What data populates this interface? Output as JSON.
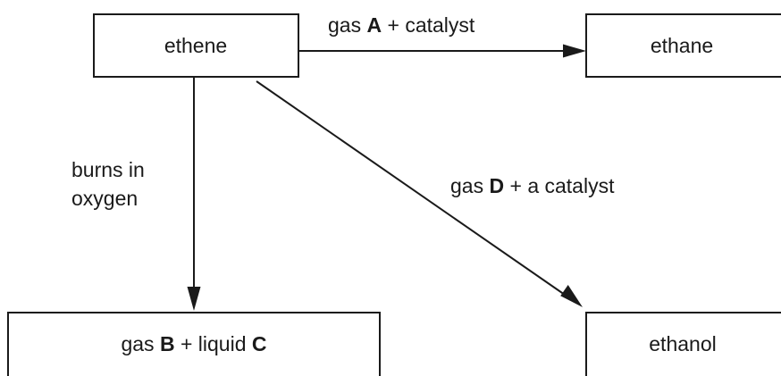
{
  "nodes": {
    "ethene": "ethene",
    "ethane": "ethane",
    "products": {
      "pre1": "gas ",
      "b1": "B",
      "mid": " + liquid ",
      "b2": "C"
    },
    "ethanol": "ethanol"
  },
  "edges": {
    "to_ethane": {
      "pre": "gas ",
      "bold": "A",
      "post": " + catalyst"
    },
    "to_products": {
      "line1": "burns in",
      "line2": "oxygen"
    },
    "to_ethanol": {
      "pre": "gas ",
      "bold": "D",
      "post": " + a catalyst"
    }
  },
  "colors": {
    "stroke": "#1a1a1a",
    "background": "#ffffff"
  }
}
